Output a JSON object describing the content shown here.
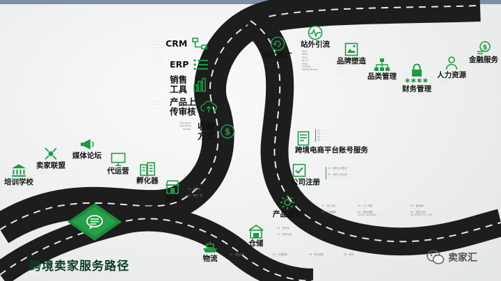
{
  "colors": {
    "accent": "#1e9a46",
    "road": "#262626",
    "title": "#0f3d22"
  },
  "title": "跨境卖家服务路径",
  "watermark": "卖家汇",
  "services": {
    "crm": "CRM",
    "erp": "ERP",
    "sales_tools_1": "销售",
    "sales_tools_2": "工具",
    "listing_1": "产品上",
    "listing_2": "传审核",
    "payment_1": "收款",
    "payment_2": "方式",
    "onsite_promo": "站内推广",
    "offsite_traffic": "站外引流",
    "brand": "品牌塑造",
    "category": "品类管理",
    "finance": "财务管理",
    "hr": "人力资源",
    "banking": "金融服务",
    "account": "跨境电商平台账号服务",
    "company": "公司注册",
    "product_opt": "产品优化",
    "warehouse": "仓储",
    "logistics": "物流",
    "sourcing": "货源",
    "incubator": "孵化器",
    "agency": "代运营",
    "forum": "媒体论坛",
    "alliance": "卖家联盟",
    "training": "培训学校"
  },
  "sub_items": {
    "offsite": [
      "SEO",
      "EDM",
      "SNS",
      "BLOG",
      "DEAL",
      "FORUM",
      "Deals/Stream"
    ],
    "payment": [
      "Payoneer",
      "WorldFirst",
      "PAYPAL"
    ],
    "sourcing": [
      "01 · 货源网",
      "02 · 源头厂家"
    ],
    "company": [
      "01 · 国内公司登记",
      "02 · 海外公司注册"
    ],
    "product_opt": [
      "01 · 美工设计",
      "02 · 文案翻译",
      "03 · 工厂成型",
      "04 · 团队组建",
      "05 · 营销推广",
      "06 · 相关认证"
    ],
    "warehouse": [
      "01 · 海外仓",
      "02 · 海外专线"
    ],
    "logistics": [
      "01 · 海运方式",
      "02 · 仓储服务",
      "03 · 物流保险",
      "04 · 清关"
    ],
    "certifications": [
      "LOGO",
      "SLOGAN",
      "CE",
      "ROHS",
      "FCC",
      "TUV"
    ]
  }
}
